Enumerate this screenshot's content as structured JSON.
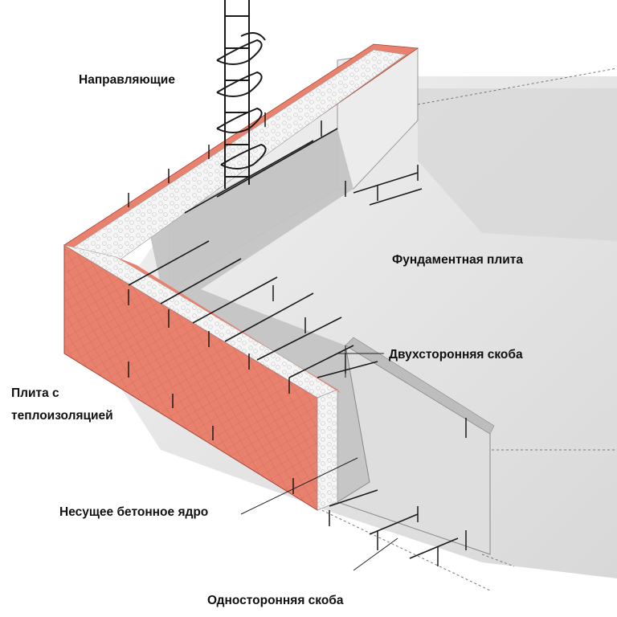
{
  "labels": {
    "guides": "Направляющие",
    "foundation_slab": "Фундаментная плита",
    "double_tie": "Двухсторонняя скоба",
    "insulated_panel_line1": "Плита с",
    "insulated_panel_line2": "теплоизоляцией",
    "concrete_core": "Несущее бетонное ядро",
    "single_tie": "Односторонняя скоба"
  },
  "colors": {
    "panel_face": "#e8826f",
    "panel_mesh": "#c8503c",
    "insulation": "#f4f4f4",
    "concrete": "#c9c9c9",
    "slab": "#e2e2e2",
    "rebar": "#1a1a1a"
  }
}
